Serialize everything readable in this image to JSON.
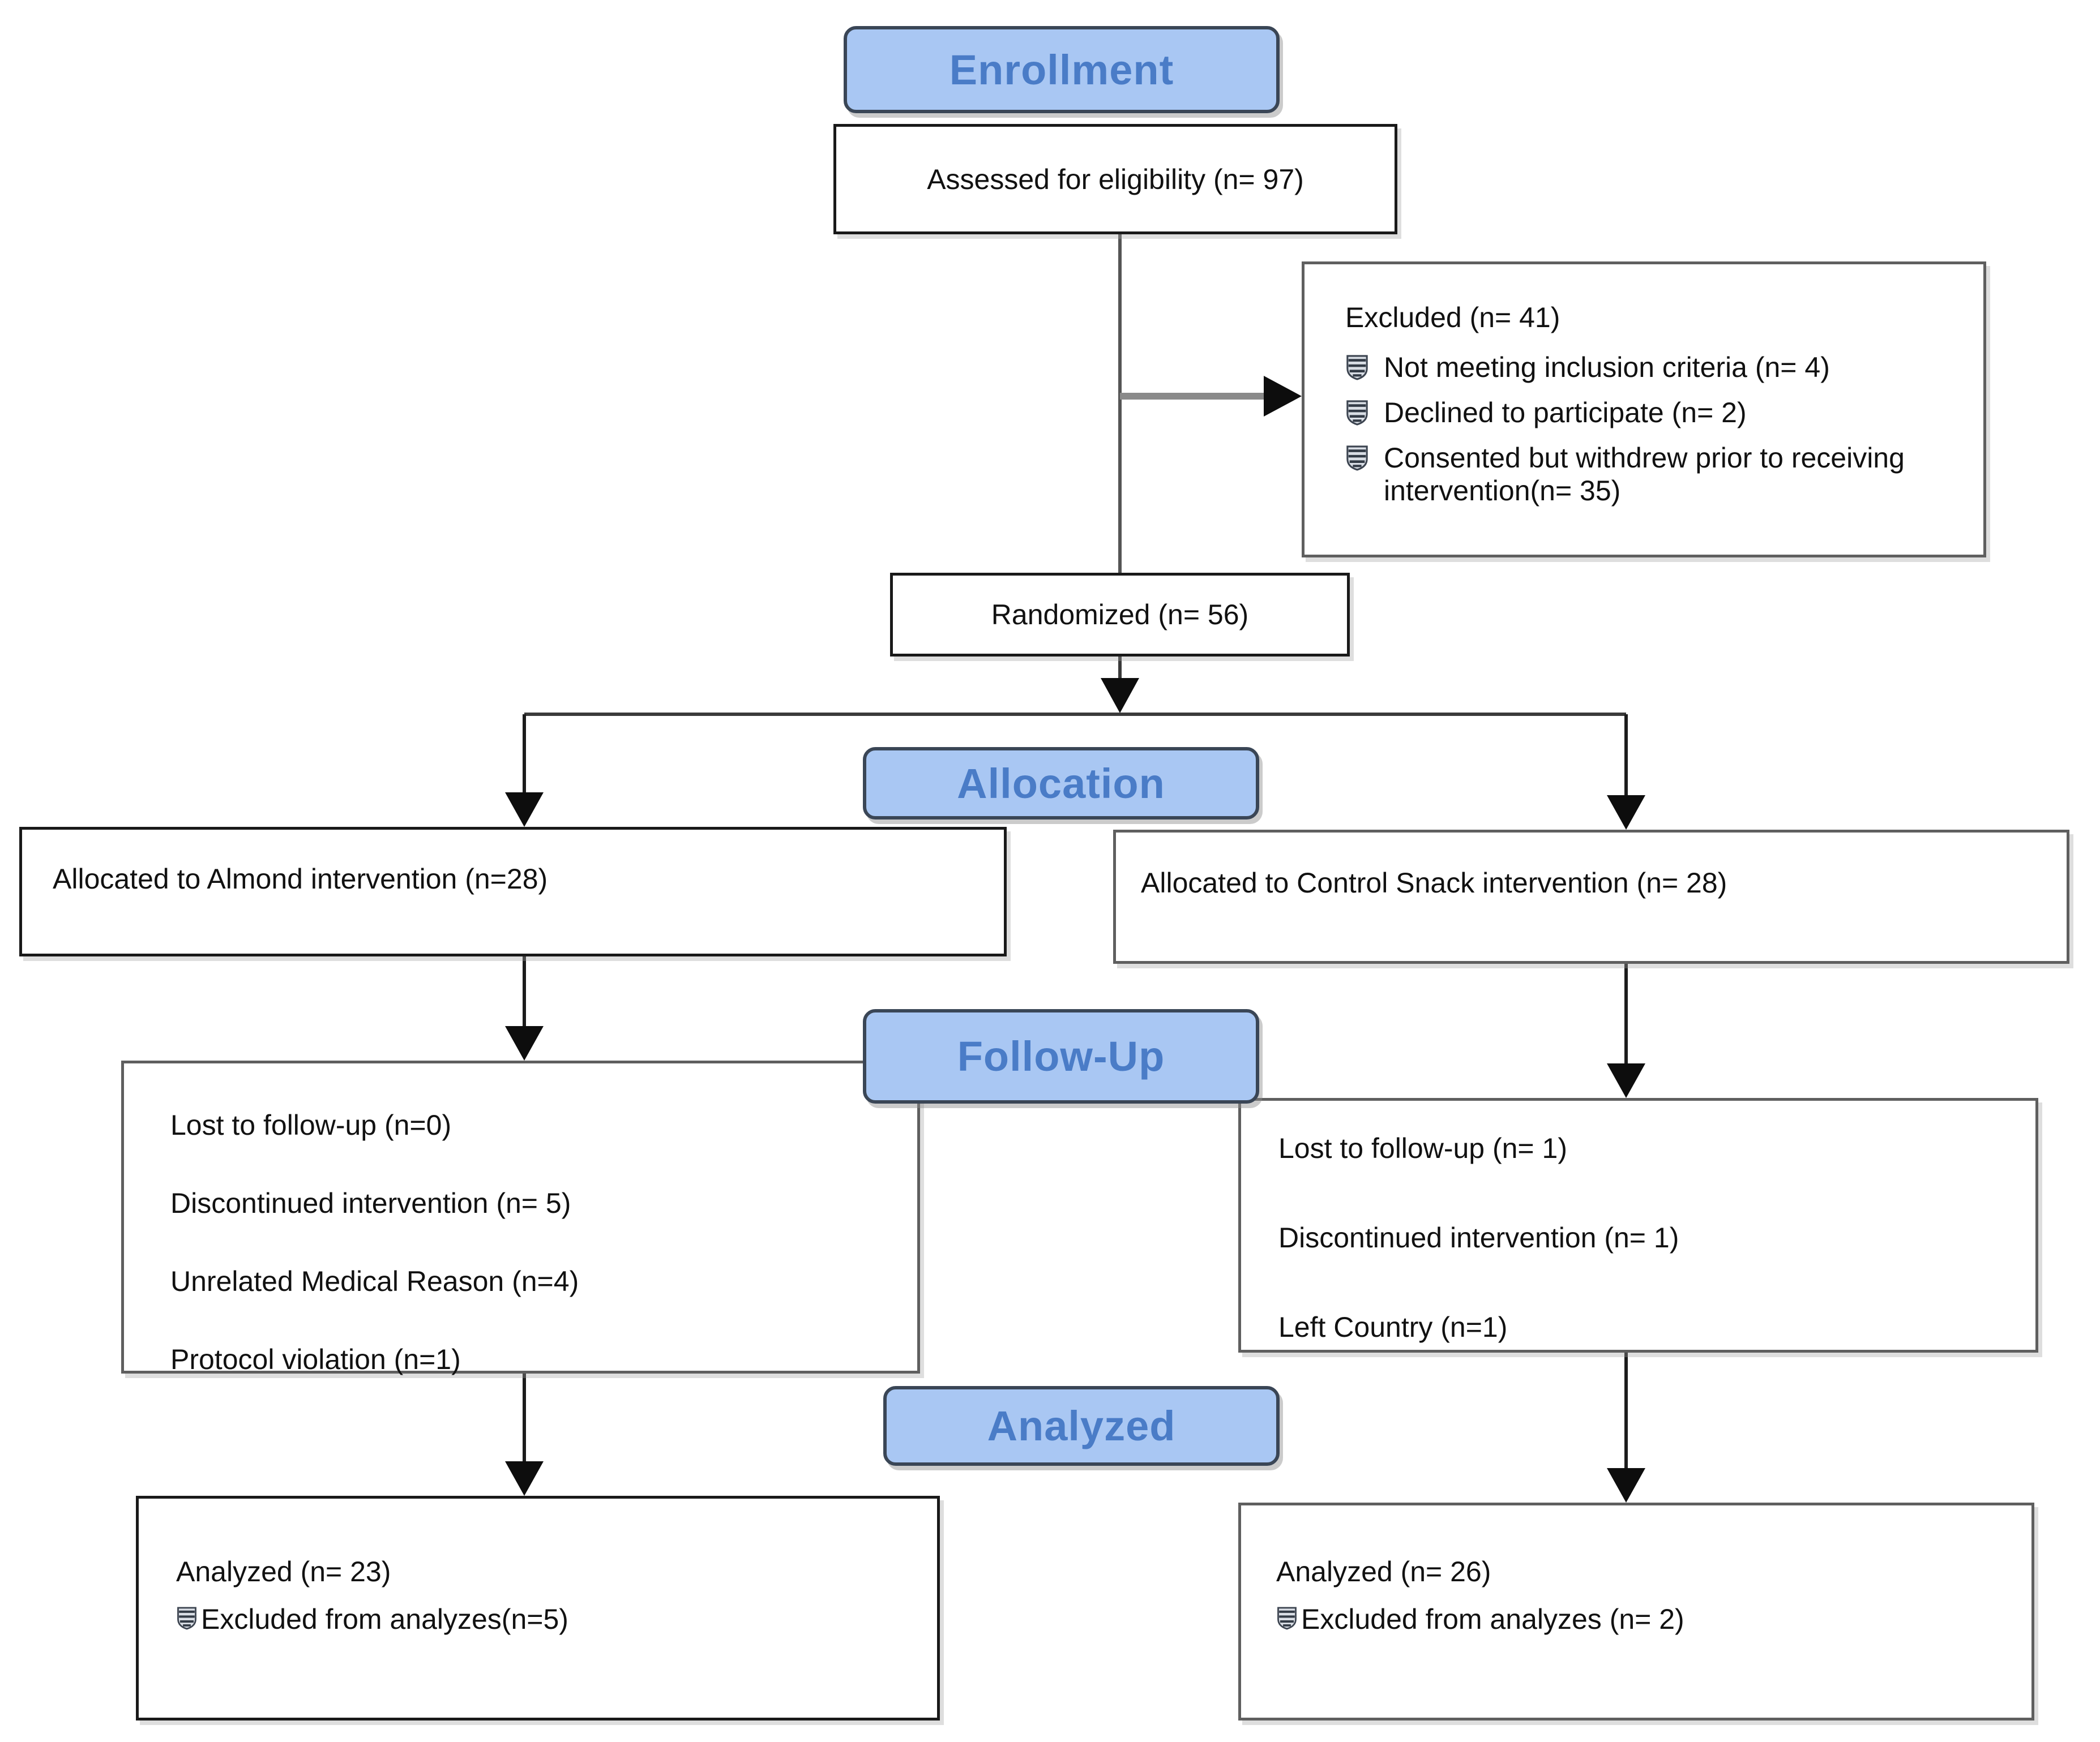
{
  "palette": {
    "header_fill": "#a9c7f3",
    "header_text": "#4a7cc7",
    "header_border": "#3a4656",
    "box_border_dark": "#191919",
    "box_border_gray": "#5f5f5f",
    "line_color": "#1c1c1c"
  },
  "headers": {
    "enrollment": "Enrollment",
    "allocation": "Allocation",
    "follow_up": "Follow-Up",
    "analyzed": "Analyzed"
  },
  "enrollment": {
    "assessed": "Assessed for eligibility (n= 97)",
    "excluded_title": "Excluded (n= 41)",
    "excluded_items": [
      "Not meeting inclusion criteria (n= 4)",
      "Declined to participate (n= 2)",
      "Consented but withdrew prior to receiving intervention(n= 35)"
    ],
    "randomized": "Randomized (n= 56)"
  },
  "allocation": {
    "left": "Allocated to Almond intervention (n=28)",
    "right": "Allocated to Control Snack intervention (n= 28)"
  },
  "follow_up": {
    "left_items": [
      "Lost to follow-up (n=0)",
      "Discontinued intervention (n= 5)",
      "Unrelated Medical Reason (n=4)",
      "Protocol violation (n=1)"
    ],
    "right_items": [
      "Lost to follow-up (n= 1)",
      "Discontinued intervention (n= 1)",
      "Left Country (n=1)"
    ]
  },
  "analysis": {
    "left_title": "Analyzed (n= 23)",
    "left_excluded": "Excluded from analyzes(n=5)",
    "right_title": "Analyzed (n= 26)",
    "right_excluded": "Excluded from analyzes (n= 2)"
  }
}
